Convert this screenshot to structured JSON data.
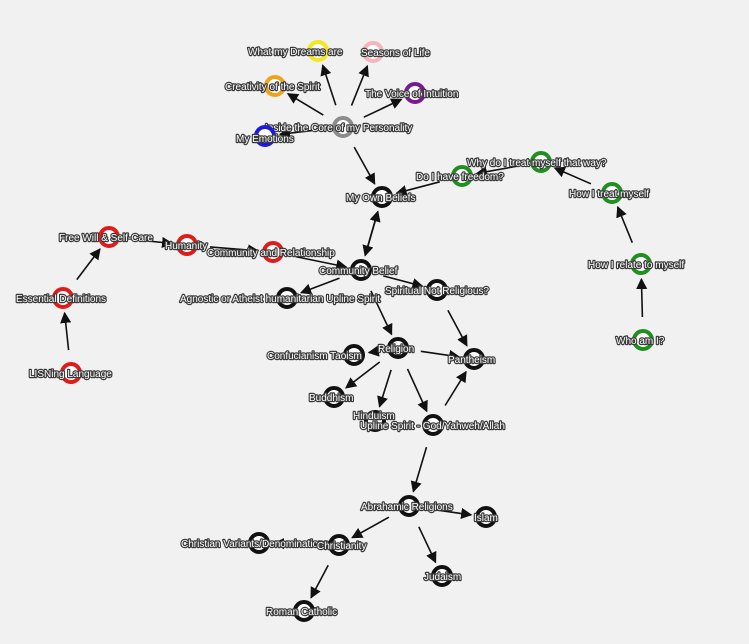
{
  "graph": {
    "colors": {
      "red": "#e01b1b",
      "black": "#111111",
      "green": "#1f8f1f",
      "gray": "#8c8c8c",
      "blue": "#1a1ae0",
      "yellow": "#f2e81c",
      "pink": "#f5b5bd",
      "orange": "#f0a21a",
      "purple": "#7a1a8f",
      "edge": "#111111",
      "background": "#f1f1f1"
    },
    "nodes": [
      {
        "id": "what-my-dreams",
        "label": "What my Dreams are",
        "color": "yellow"
      },
      {
        "id": "seasons-of-life",
        "label": "Seasons of Life",
        "color": "pink"
      },
      {
        "id": "creativity-of-the-spirit",
        "label": "Creativity of the Spirit",
        "color": "orange"
      },
      {
        "id": "voice-of-intuition",
        "label": "The Voice of Intuition",
        "color": "purple"
      },
      {
        "id": "core-of-personality",
        "label": "Inside the Core of my Personality",
        "color": "gray"
      },
      {
        "id": "my-emotions",
        "label": "My Emotions",
        "color": "blue"
      },
      {
        "id": "why-treat-myself",
        "label": "Why do I treat myself that way?",
        "color": "green"
      },
      {
        "id": "have-freedom",
        "label": "Do I have freedom?",
        "color": "green"
      },
      {
        "id": "how-treat-myself",
        "label": "How I treat myself",
        "color": "green"
      },
      {
        "id": "my-own-beliefs",
        "label": "My Own Beliefs",
        "color": "black"
      },
      {
        "id": "free-will-self-care",
        "label": "Free Will & Self-Care",
        "color": "red"
      },
      {
        "id": "humanity",
        "label": "Humanity",
        "color": "red"
      },
      {
        "id": "community-relationship",
        "label": "Community and Relationship",
        "color": "red"
      },
      {
        "id": "how-relate-myself",
        "label": "How I relate to myself",
        "color": "green"
      },
      {
        "id": "community-belief",
        "label": "Community Belief",
        "color": "black"
      },
      {
        "id": "essential-definitions",
        "label": "Essential Definitions",
        "color": "red"
      },
      {
        "id": "agnostic-atheist",
        "label": "Agnostic or Atheist humanitarian Upline Spirit",
        "color": "black"
      },
      {
        "id": "spiritual-not-religious",
        "label": "Spiritual Not Religious?",
        "color": "black"
      },
      {
        "id": "who-am-i",
        "label": "Who am I?",
        "color": "green"
      },
      {
        "id": "confucianism-taoism",
        "label": "Confucianism Taoism",
        "color": "black"
      },
      {
        "id": "religion",
        "label": "Religion",
        "color": "black"
      },
      {
        "id": "pantheism",
        "label": "Pantheism",
        "color": "black"
      },
      {
        "id": "listing-language",
        "label": "LISNing Language",
        "color": "red"
      },
      {
        "id": "buddhism",
        "label": "Buddhism",
        "color": "black"
      },
      {
        "id": "hinduism",
        "label": "Hinduism",
        "color": "black"
      },
      {
        "id": "upline-spirit-god",
        "label": "Upline Spirit - God/Yahweh/Allah",
        "color": "black"
      },
      {
        "id": "abrahamic-religions",
        "label": "Abrahamic Religions",
        "color": "black"
      },
      {
        "id": "islam",
        "label": "Islam",
        "color": "black"
      },
      {
        "id": "christian-variants",
        "label": "Christian Variants/Denominations",
        "color": "black"
      },
      {
        "id": "christianity",
        "label": "Christianity",
        "color": "black"
      },
      {
        "id": "judaism",
        "label": "Judaism",
        "color": "black"
      },
      {
        "id": "roman-catholic",
        "label": "Roman Catholic",
        "color": "black"
      }
    ],
    "edges": [
      {
        "from": "core-of-personality",
        "to": "what-my-dreams"
      },
      {
        "from": "core-of-personality",
        "to": "seasons-of-life"
      },
      {
        "from": "core-of-personality",
        "to": "creativity-of-the-spirit"
      },
      {
        "from": "core-of-personality",
        "to": "voice-of-intuition"
      },
      {
        "from": "core-of-personality",
        "to": "my-emotions"
      },
      {
        "from": "core-of-personality",
        "to": "my-own-beliefs"
      },
      {
        "from": "have-freedom",
        "to": "my-own-beliefs"
      },
      {
        "from": "why-treat-myself",
        "to": "have-freedom"
      },
      {
        "from": "how-treat-myself",
        "to": "why-treat-myself"
      },
      {
        "from": "how-relate-myself",
        "to": "how-treat-myself"
      },
      {
        "from": "who-am-i",
        "to": "how-relate-myself"
      },
      {
        "from": "community-belief",
        "to": "my-own-beliefs"
      },
      {
        "from": "my-own-beliefs",
        "to": "community-belief"
      },
      {
        "from": "listing-language",
        "to": "essential-definitions"
      },
      {
        "from": "essential-definitions",
        "to": "free-will-self-care"
      },
      {
        "from": "free-will-self-care",
        "to": "humanity"
      },
      {
        "from": "humanity",
        "to": "community-relationship"
      },
      {
        "from": "community-relationship",
        "to": "community-belief"
      },
      {
        "from": "community-belief",
        "to": "agnostic-atheist"
      },
      {
        "from": "community-belief",
        "to": "spiritual-not-religious"
      },
      {
        "from": "community-belief",
        "to": "religion"
      },
      {
        "from": "spiritual-not-religious",
        "to": "pantheism"
      },
      {
        "from": "religion",
        "to": "pantheism"
      },
      {
        "from": "religion",
        "to": "confucianism-taoism"
      },
      {
        "from": "religion",
        "to": "buddhism"
      },
      {
        "from": "religion",
        "to": "hinduism"
      },
      {
        "from": "religion",
        "to": "upline-spirit-god"
      },
      {
        "from": "upline-spirit-god",
        "to": "pantheism"
      },
      {
        "from": "upline-spirit-god",
        "to": "abrahamic-religions"
      },
      {
        "from": "abrahamic-religions",
        "to": "islam"
      },
      {
        "from": "abrahamic-religions",
        "to": "christianity"
      },
      {
        "from": "abrahamic-religions",
        "to": "judaism"
      },
      {
        "from": "christianity",
        "to": "christian-variants"
      },
      {
        "from": "christianity",
        "to": "roman-catholic"
      }
    ]
  }
}
